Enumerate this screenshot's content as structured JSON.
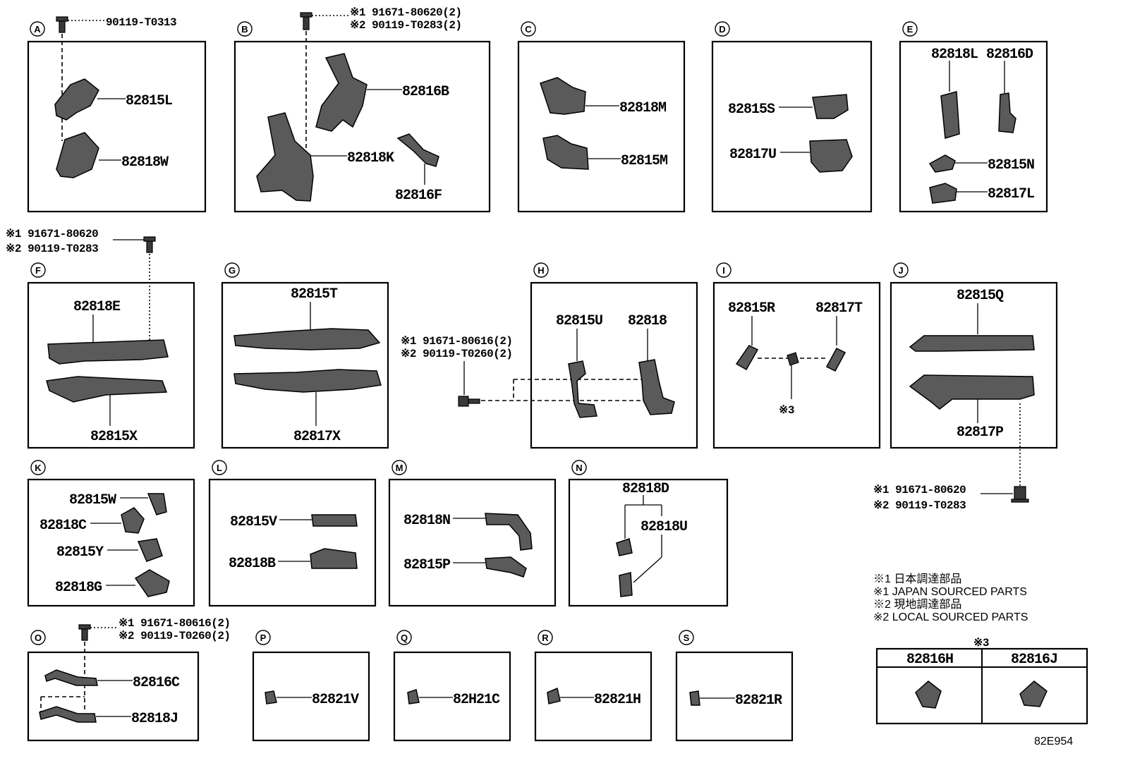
{
  "sections": [
    {
      "id": "A",
      "parts": [
        "82815L",
        "82818W"
      ],
      "fastener": "90119-T0313"
    },
    {
      "id": "B",
      "parts": [
        "82816B",
        "82818K",
        "82816F"
      ],
      "fastener": [
        "※1 91671-80620(2)",
        "※2 90119-T0283(2)"
      ]
    },
    {
      "id": "C",
      "parts": [
        "82818M",
        "82815M"
      ]
    },
    {
      "id": "D",
      "parts": [
        "82815S",
        "82817U"
      ]
    },
    {
      "id": "E",
      "parts": [
        "82818L",
        "82816D",
        "82815N",
        "82817L"
      ]
    },
    {
      "id": "F",
      "parts": [
        "82818E",
        "82815X"
      ],
      "fastener": [
        "※1 91671-80620",
        "※2 90119-T0283"
      ]
    },
    {
      "id": "G",
      "parts": [
        "82815T",
        "82817X"
      ]
    },
    {
      "id": "H",
      "parts": [
        "82815U",
        "82818"
      ],
      "fastener": [
        "※1 91671-80616(2)",
        "※2 90119-T0260(2)"
      ]
    },
    {
      "id": "I",
      "parts": [
        "82815R",
        "82817T"
      ],
      "note": "※3"
    },
    {
      "id": "J",
      "parts": [
        "82815Q",
        "82817P"
      ],
      "fastener": [
        "※1 91671-80620",
        "※2 90119-T0283"
      ]
    },
    {
      "id": "K",
      "parts": [
        "82815W",
        "82818C",
        "82815Y",
        "82818G"
      ]
    },
    {
      "id": "L",
      "parts": [
        "82815V",
        "82818B"
      ]
    },
    {
      "id": "M",
      "parts": [
        "82818N",
        "82815P"
      ]
    },
    {
      "id": "N",
      "parts": [
        "82818D",
        "82818U"
      ]
    },
    {
      "id": "O",
      "parts": [
        "82816C",
        "82818J"
      ],
      "fastener": [
        "※1 91671-80616(2)",
        "※2 90119-T0260(2)"
      ]
    },
    {
      "id": "P",
      "parts": [
        "82821V"
      ]
    },
    {
      "id": "Q",
      "parts": [
        "82H21C"
      ]
    },
    {
      "id": "R",
      "parts": [
        "82821H"
      ]
    },
    {
      "id": "S",
      "parts": [
        "82821R"
      ]
    }
  ],
  "legend": [
    "※1 日本調達部品",
    "※1 JAPAN SOURCED PARTS",
    "※2 現地調達部品",
    "※2 LOCAL SOURCED PARTS"
  ],
  "table3": {
    "mark": "※3",
    "cols": [
      "82816H",
      "82816J"
    ]
  },
  "diagram_id": "82E954"
}
